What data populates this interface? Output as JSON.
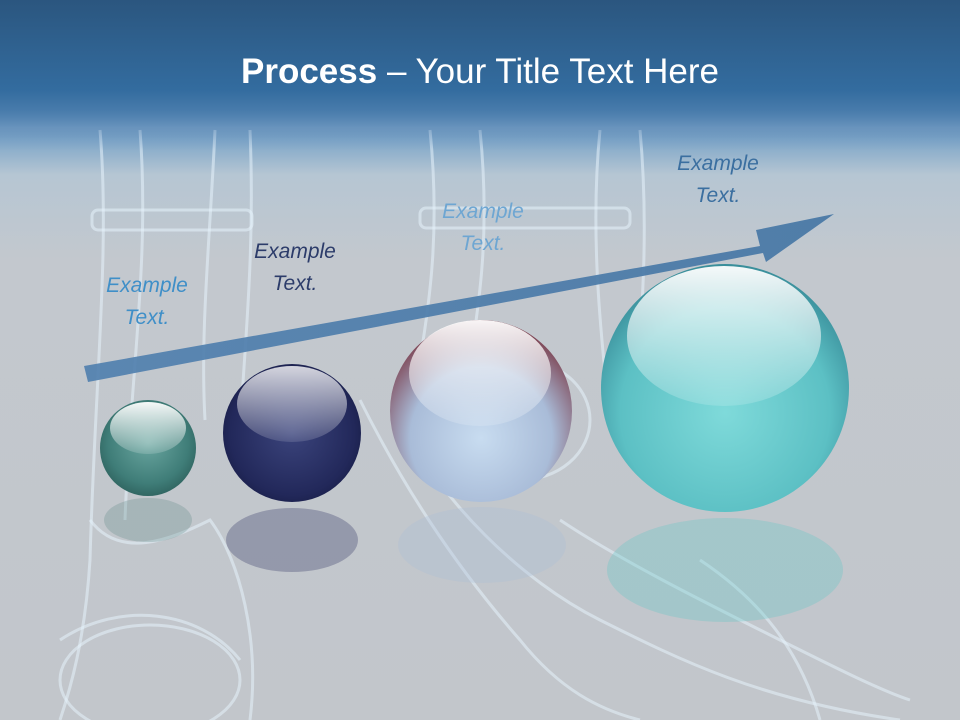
{
  "title": {
    "bold": "Process",
    "rest": " – Your Title Text Here"
  },
  "labels": [
    {
      "text": "Example\nText.",
      "color": "#3f8fc8"
    },
    {
      "text": "Example\nText.",
      "color": "#2c3c6a"
    },
    {
      "text": "Example\nText.",
      "color": "#6ea6d2"
    },
    {
      "text": "Example\nText.",
      "color": "#3b6fa0"
    }
  ],
  "colors": {
    "header": "#336c9f",
    "arrow": "#4a79a6",
    "ball1": "#3f7d78",
    "ball2": "#22285a",
    "ball3": "#a0b8d8",
    "ball4": "#5cc8c8"
  },
  "background_image": "x-ray-feet-bones"
}
